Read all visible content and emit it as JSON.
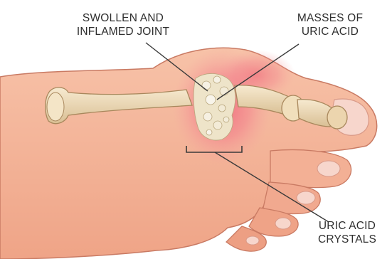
{
  "labels": {
    "swollen_joint": [
      "SWOLLEN AND",
      "INFLAMED JOINT"
    ],
    "uric_acid_masses": [
      "MASSES OF",
      "URIC ACID"
    ],
    "uric_acid_crystals": [
      "URIC ACID",
      "CRYSTALS"
    ]
  },
  "colors": {
    "skin": "#f4b59b",
    "skin_shadow": "#e2937a",
    "skin_outline": "#c97a63",
    "inflammation": "#f06a7c",
    "bone": "#f0dfbd",
    "bone_shadow": "#c9ad83",
    "crystal": "#f3efe2",
    "toenail": "#f7d6cc",
    "leader_line": "#3a3a3a"
  }
}
